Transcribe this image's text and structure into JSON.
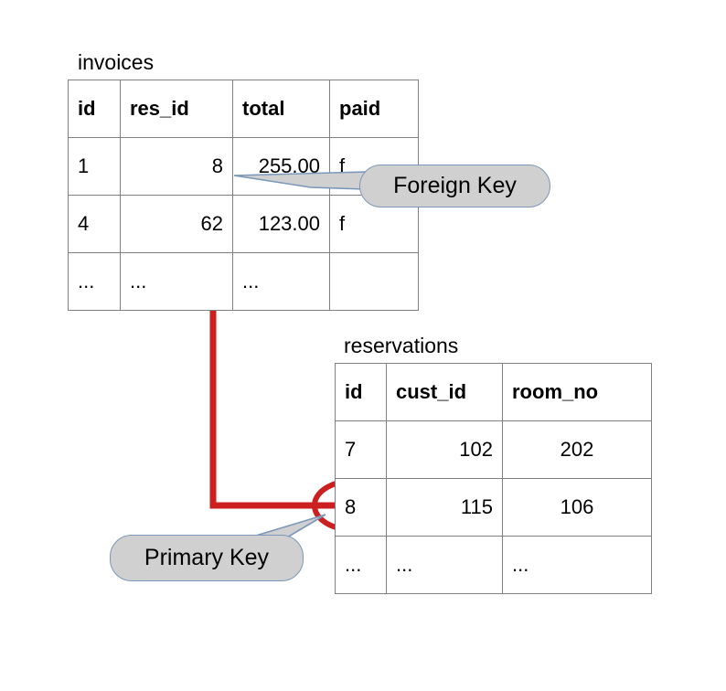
{
  "diagram": {
    "title_invoices": "invoices",
    "title_reservations": "reservations",
    "accent_red": "#cc1f1f",
    "bubble_fill": "#d0d0d0",
    "bubble_border": "#7b97b9",
    "grid_color": "#808080"
  },
  "invoices": {
    "caption": "invoices",
    "columns": [
      "id",
      "res_id",
      "total",
      "paid"
    ],
    "rows": [
      [
        "1",
        "8",
        "255.00",
        "f"
      ],
      [
        "4",
        "62",
        "123.00",
        "f"
      ],
      [
        "...",
        "...",
        "...",
        ""
      ]
    ]
  },
  "reservations": {
    "caption": "reservations",
    "columns": [
      "id",
      "cust_id",
      "room_no"
    ],
    "rows": [
      [
        "7",
        "102",
        "202"
      ],
      [
        "8",
        "115",
        "106"
      ],
      [
        "...",
        "...",
        "..."
      ]
    ]
  },
  "annotations": {
    "foreign_key": "Foreign Key",
    "primary_key": "Primary Key"
  },
  "relationship": {
    "from_table": "invoices",
    "from_column": "res_id",
    "from_value": "8",
    "to_table": "reservations",
    "to_column": "id",
    "to_value": "8"
  }
}
